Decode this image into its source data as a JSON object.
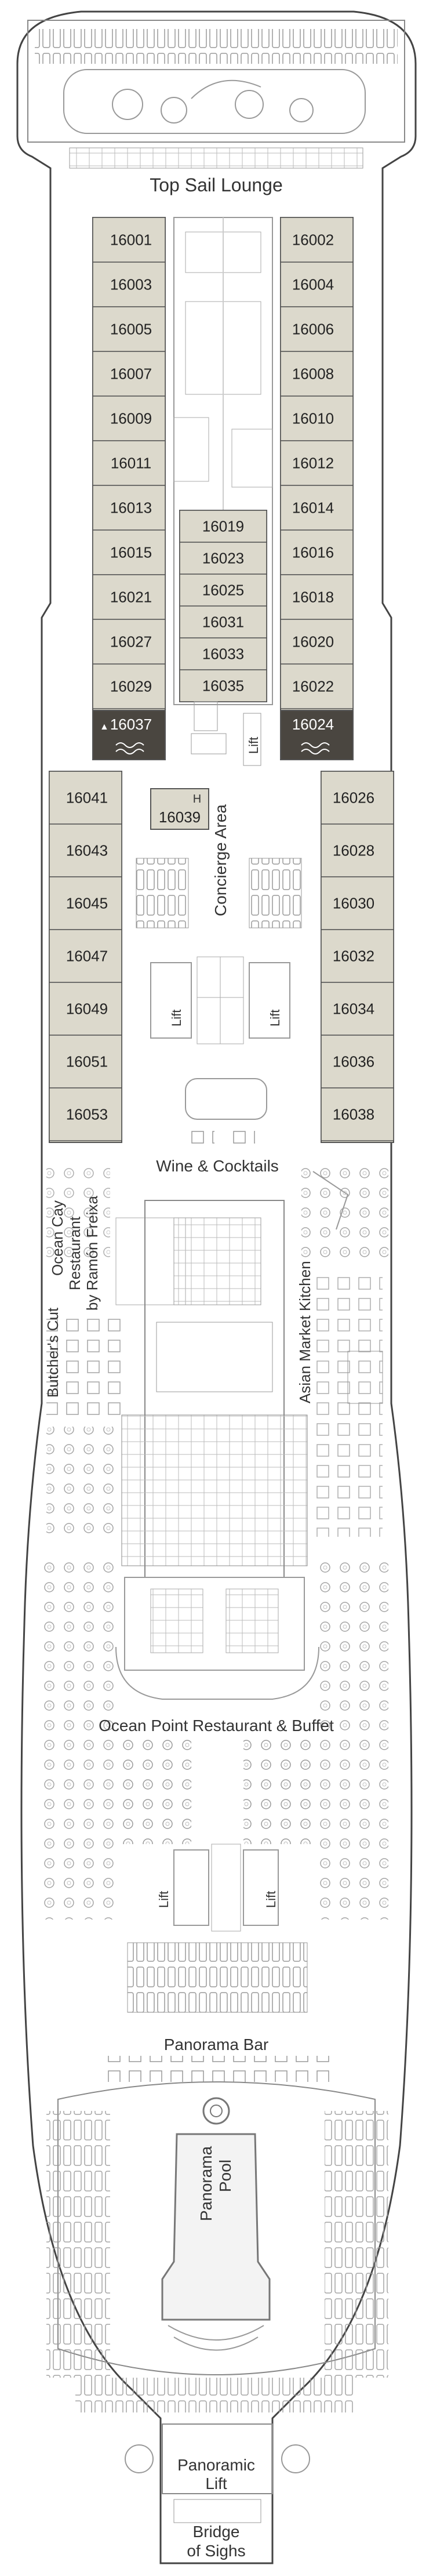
{
  "venues": {
    "top_sail_lounge": "Top Sail Lounge",
    "concierge_area": "Concierge Area",
    "wine_cocktails": "Wine & Cocktails",
    "ocean_cay_1": "Ocean Cay",
    "ocean_cay_2": "Restaurant",
    "ocean_cay_3": "by Ramón Freixa",
    "butchers_cut": "Butcher's Cut",
    "asian_market_kitchen": "Asian Market Kitchen",
    "ocean_point": "Ocean Point Restaurant & Buffet",
    "panorama_bar": "Panorama Bar",
    "panorama_pool_1": "Panorama",
    "panorama_pool_2": "Pool",
    "panoramic_lift_1": "Panoramic",
    "panoramic_lift_2": "Lift",
    "bridge_of_sighs_1": "Bridge",
    "bridge_of_sighs_2": "of Sighs",
    "lift": "Lift",
    "h": "H"
  },
  "cabins": {
    "left_upper": [
      "16001",
      "16003",
      "16005",
      "16007",
      "16009",
      "16011",
      "16013",
      "16015",
      "16021",
      "16027",
      "16029"
    ],
    "left_upper_dark": "16037",
    "right_upper": [
      "16002",
      "16004",
      "16006",
      "16008",
      "16010",
      "16012",
      "16014",
      "16016",
      "16018",
      "16020",
      "16022"
    ],
    "right_upper_dark": "16024",
    "center": [
      "16019",
      "16023",
      "16025",
      "16031",
      "16033",
      "16035"
    ],
    "center_small": "16039",
    "left_lower": [
      "16041",
      "16043",
      "16045",
      "16047",
      "16049",
      "16051",
      "16053"
    ],
    "right_lower": [
      "16026",
      "16028",
      "16030",
      "16032",
      "16034",
      "16036",
      "16038"
    ]
  },
  "colors": {
    "cabin_fill": "#dcd9cc",
    "cabin_dark": "#4a4640",
    "hull_outline": "#444444",
    "detail": "#8a8a8a"
  }
}
